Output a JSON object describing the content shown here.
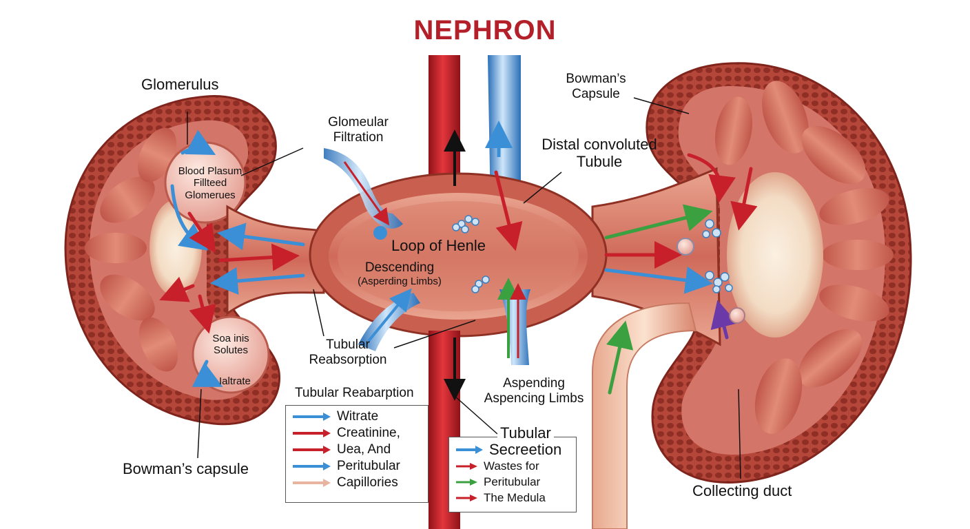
{
  "title": "NEPHRON",
  "labels": {
    "glomerulus": "Glomerulus",
    "glomerular_filtration": [
      "Glomeular",
      "Filtration"
    ],
    "bowmans_capsule_top": [
      "Bowman’s",
      "Capsule"
    ],
    "distal_tubule": [
      "Distal convoluted",
      "Tubule"
    ],
    "blood_plasma": [
      "Blood Plasum",
      "Fillteed",
      "Glomerues"
    ],
    "loop_of_henle": "Loop of Henle",
    "descending": [
      "Descending",
      "(Asperding Limbs)"
    ],
    "soa_solutes": [
      "Soa inis",
      "Solutes"
    ],
    "filtrate": "Ialtrate",
    "tubular_reabsorption_label": [
      "Tubular",
      "Reabsorption"
    ],
    "tubular_reabarption": "Tubular Reabarption",
    "aspending": [
      "Aspending",
      "Aspencing Limbs"
    ],
    "bowmans_capsule_bottom": "Bowman’s capsule",
    "collecting_duct": "Collecting duct"
  },
  "legend_left": {
    "items": [
      {
        "label": "Witrate",
        "color": "#3a8fd6"
      },
      {
        "label": "Creatinine,",
        "color": "#c8202a"
      },
      {
        "label": "Uea, And",
        "color": "#c8202a"
      },
      {
        "label": "Peritubular",
        "color": "#3a8fd6"
      },
      {
        "label": "Capillories",
        "color": "#e8b4a0"
      }
    ]
  },
  "legend_right": {
    "header": [
      "Tubular",
      "Secreetion"
    ],
    "header_color": "#3a8fd6",
    "items": [
      {
        "label": "Wastes for",
        "color": "#c8202a"
      },
      {
        "label": "Peritubular",
        "color": "#3aa040"
      },
      {
        "label": "The Medula",
        "color": "#c8202a"
      }
    ]
  },
  "colors": {
    "tissue_dark": "#9e3a2e",
    "tissue_mid": "#c8584a",
    "tissue_light": "#e8a48e",
    "artery": "#c8202a",
    "vein": "#3a8fd6",
    "pyramid": "#d87a6a",
    "sinus": "#f3dcc4",
    "arrow_green": "#3aa040",
    "arrow_purple": "#6b3aa8"
  },
  "icons": [
    "artery-vessel",
    "vein-vessel",
    "flow-arrow",
    "filtrate-bubbles"
  ]
}
